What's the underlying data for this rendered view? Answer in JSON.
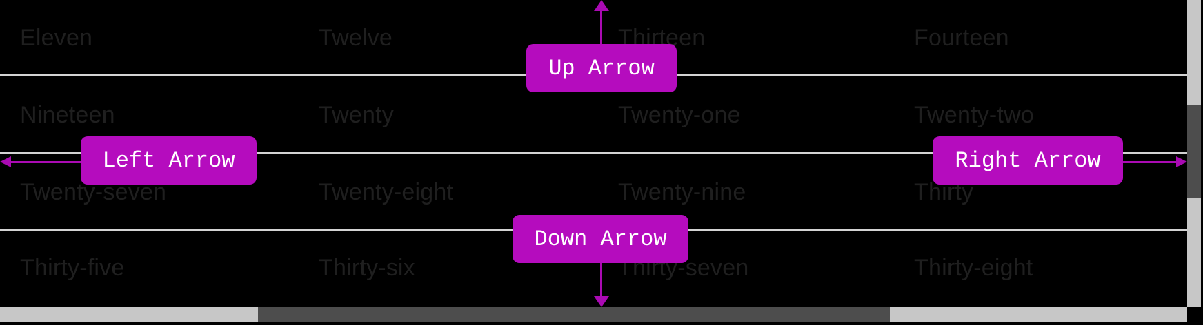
{
  "grid": {
    "rows": [
      {
        "cells": [
          "Eleven",
          "Twelve",
          "Thirteen",
          "Fourteen"
        ]
      },
      {
        "cells": [
          "Nineteen",
          "Twenty",
          "Twenty-one",
          "Twenty-two"
        ]
      },
      {
        "cells": [
          "Twenty-seven",
          "Twenty-eight",
          "Twenty-nine",
          "Thirty"
        ]
      },
      {
        "cells": [
          "Thirty-five",
          "Thirty-six",
          "Thirty-seven",
          "Thirty-eight"
        ]
      }
    ]
  },
  "annotations": {
    "up_label": "Up Arrow",
    "down_label": "Down Arrow",
    "left_label": "Left Arrow",
    "right_label": "Right Arrow"
  },
  "colors": {
    "background": "#000000",
    "badge_magenta": "#b50cbe",
    "arrow_magenta": "#aa0ab3",
    "grid_text": "#1f1f1f",
    "separator_line": "#d3d3d3",
    "scrollbar_track": "#c7c7c7",
    "scrollbar_thumb": "#4d4d4d"
  }
}
